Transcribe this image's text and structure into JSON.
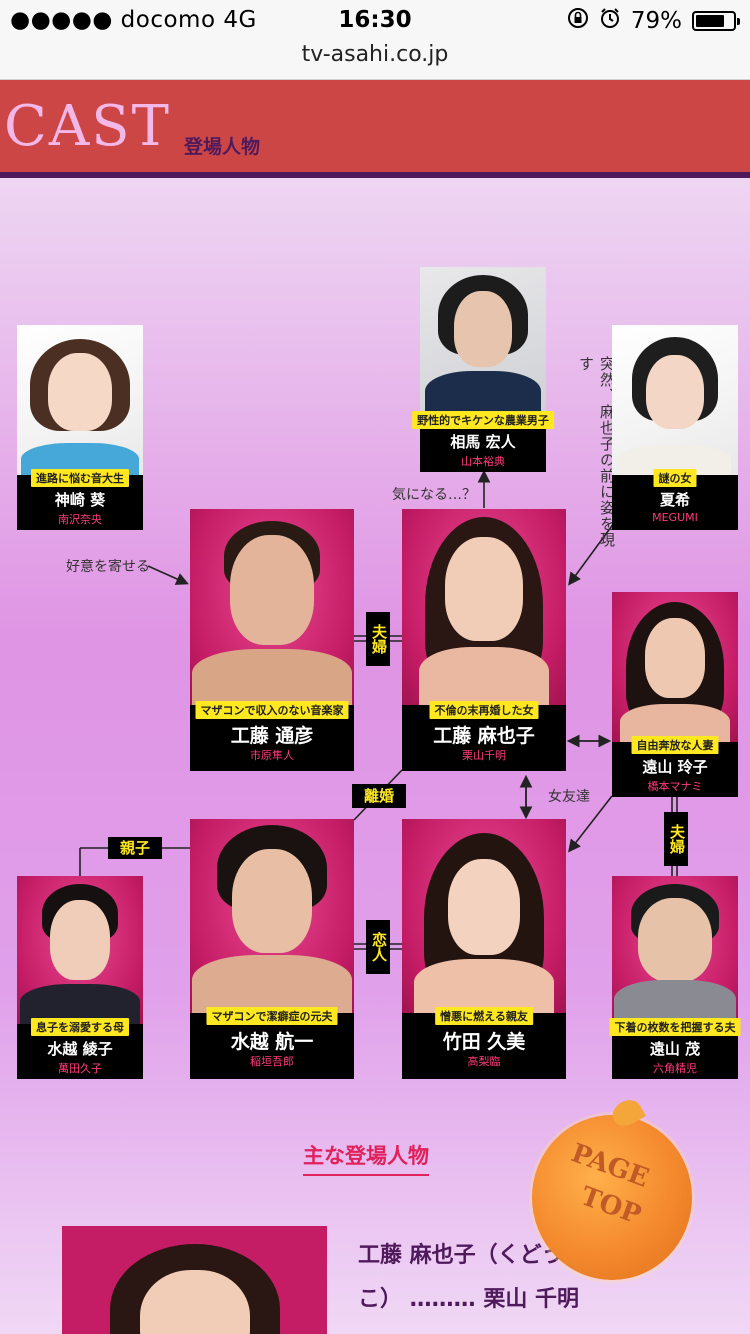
{
  "status": {
    "carrier": "●●●●● docomo  4G",
    "time": "16:30",
    "battery": "79%",
    "battery_level": 0.79
  },
  "url": "tv-asahi.co.jp",
  "header": {
    "title": "CAST",
    "subtitle": "登場人物"
  },
  "cast": {
    "kanzaki": {
      "tag": "進路に悩む音大生",
      "name": "神崎 葵",
      "actor": "南沢奈央"
    },
    "soma": {
      "tag": "野性的でキケンな農業男子",
      "name": "相馬 宏人",
      "actor": "山本裕典"
    },
    "natsuki": {
      "tag": "謎の女",
      "name": "夏希",
      "actor": "MEGUMI"
    },
    "michihiko": {
      "tag": "マザコンで収入のない音楽家",
      "name": "工藤 通彦",
      "actor": "市原隼人"
    },
    "ayako_k": {
      "tag": "不倫の末再婚した女",
      "name": "工藤 麻也子",
      "actor": "栗山千明"
    },
    "reiko": {
      "tag": "自由奔放な人妻",
      "name": "遠山 玲子",
      "actor": "橋本マナミ"
    },
    "ayako_m": {
      "tag": "息子を溺愛する母",
      "name": "水越 綾子",
      "actor": "萬田久子"
    },
    "koichi": {
      "tag": "マザコンで潔癖症の元夫",
      "name": "水越 航一",
      "actor": "稲垣吾郎"
    },
    "kumi": {
      "tag": "憎悪に燃える親友",
      "name": "竹田 久美",
      "actor": "高梨臨"
    },
    "shigeru": {
      "tag": "下着の枚数を把握する夫",
      "name": "遠山 茂",
      "actor": "六角精児"
    }
  },
  "relations": {
    "fufu1": "夫婦",
    "fufu2": "夫婦",
    "rikon": "離婚",
    "oyako": "親子",
    "koibito": "恋人",
    "kininaru": "気になる…？",
    "koui": "好意を寄せる",
    "totsuzen": "突然、麻也子の前に姿を現す",
    "onnatomodachi": "女友達"
  },
  "section": {
    "main_title": "主な登場人物"
  },
  "profile": {
    "line1": "工藤 麻也子（くどう ま",
    "line2": "こ） ……… 栗山 千明"
  },
  "pagetop": {
    "line1": "PAGE",
    "line2": "TOP"
  }
}
